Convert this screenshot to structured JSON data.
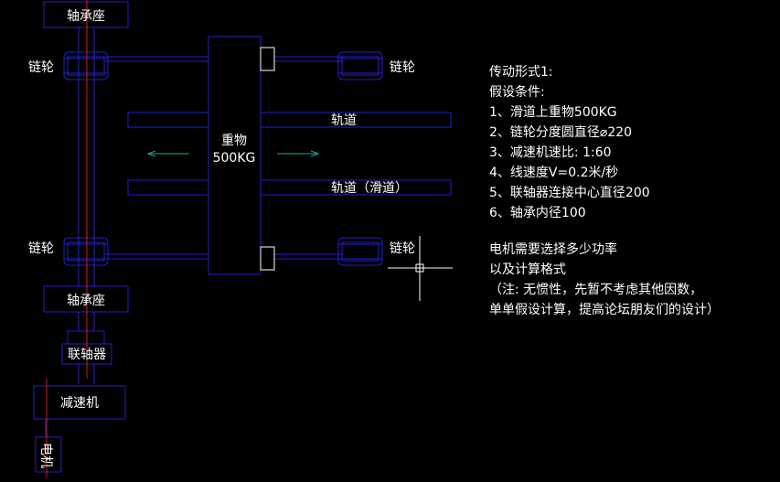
{
  "colors": {
    "background": "#000000",
    "outline": "#2222c8",
    "centerline": "#c81e1e",
    "arrow": "#1aa3a3",
    "text": "#ffffff",
    "crosshair": "#ffffff"
  },
  "labels": {
    "bearing_top": "轴承座",
    "bearing_bottom": "轴承座",
    "sprocket_left_top": "链轮",
    "sprocket_left_bottom": "链轮",
    "sprocket_right_top": "链轮",
    "sprocket_right_bottom": "链轮",
    "load_line1": "重物",
    "load_line2": "500KG",
    "rail_top": "轨道",
    "rail_bottom": "轨道（滑道）",
    "coupling": "联轴器",
    "reducer": "减速机",
    "motor": "电机"
  },
  "notes": {
    "heading": "传动形式1:",
    "conditions_title": "假设条件:",
    "conditions": [
      "1、滑道上重物500KG",
      "2、链轮分度圆直径⌀220",
      "3、减速机速比: 1:60",
      "4、线速度V=0.2米/秒",
      "5、联轴器连接中心直径200",
      "6、轴承内径100"
    ],
    "question": [
      "电机需要选择多少功率",
      "以及计算格式",
      "（注: 无惯性，先暂不考虑其他因数，",
      "单单假设计算，提高论坛朋友们的设计）"
    ]
  }
}
